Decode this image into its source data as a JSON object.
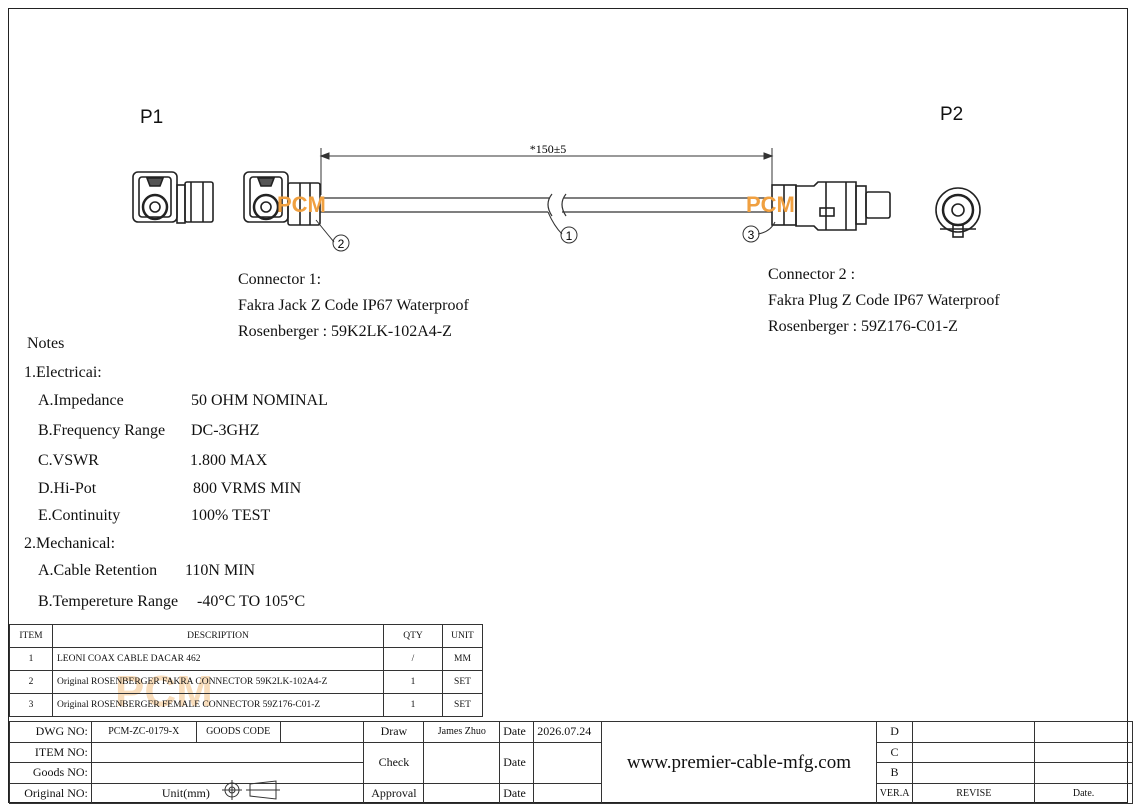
{
  "labels": {
    "p1": "P1",
    "p2": "P2"
  },
  "dimension": "*150±5",
  "balloons": {
    "cable": "1",
    "connector1": "2",
    "connector2": "3"
  },
  "watermark": "PCM",
  "connector1": {
    "title": "Connector 1:",
    "desc": "Fakra Jack Z Code IP67 Waterproof",
    "part": "Rosenberger : 59K2LK-102A4-Z"
  },
  "connector2": {
    "title": "Connector 2 :",
    "desc": "Fakra Plug Z Code IP67 Waterproof",
    "part": "Rosenberger : 59Z176-C01-Z"
  },
  "notes": {
    "heading": "Notes",
    "electrical_heading": "1.Electricai:",
    "electrical": [
      {
        "name": "A.Impedance",
        "value": "50 OHM NOMINAL"
      },
      {
        "name": "B.Frequency Range",
        "value": "DC-3GHZ"
      },
      {
        "name": "C.VSWR",
        "value": "1.800 MAX"
      },
      {
        "name": "D.Hi-Pot",
        "value": "800 VRMS MIN"
      },
      {
        "name": "E.Continuity",
        "value": "100% TEST"
      }
    ],
    "mechanical_heading": "2.Mechanical:",
    "mechanical": [
      {
        "name": "A.Cable Retention",
        "value": "110N MIN"
      },
      {
        "name": "B.Tempereture Range",
        "value": "-40°C TO 105°C"
      }
    ]
  },
  "bom": {
    "headers": {
      "item": "ITEM",
      "description": "DESCRIPTION",
      "qty": "QTY",
      "unit": "UNIT"
    },
    "rows": [
      {
        "item": "1",
        "description": "LEONI COAX CABLE DACAR 462",
        "qty": "/",
        "unit": "MM"
      },
      {
        "item": "2",
        "description": "Original ROSENBERGER FAKRA CONNECTOR 59K2LK-102A4-Z",
        "qty": "1",
        "unit": "SET"
      },
      {
        "item": "3",
        "description": "Original ROSENBERGER FEMALE CONNECTOR 59Z176-C01-Z",
        "qty": "1",
        "unit": "SET"
      }
    ]
  },
  "title_block": {
    "dwg_label": "DWG NO:",
    "dwg_value": "PCM-ZC-0179-X",
    "goods_code_label": "GOODS CODE",
    "item_no_label": "ITEM NO:",
    "goods_no_label": "Goods NO:",
    "original_no_label": "Original NO:",
    "unit_label": "Unit(mm)",
    "draw_label": "Draw",
    "draw_value": "James Zhuo",
    "check_label": "Check",
    "approval_label": "Approval",
    "date_label": "Date",
    "date_value": "2026.07.24",
    "website": "www.premier-cable-mfg.com",
    "rev_rows": [
      "D",
      "C",
      "B"
    ],
    "ver_label": "VER.A",
    "revise_label": "REVISE",
    "date2_label": "Date."
  }
}
